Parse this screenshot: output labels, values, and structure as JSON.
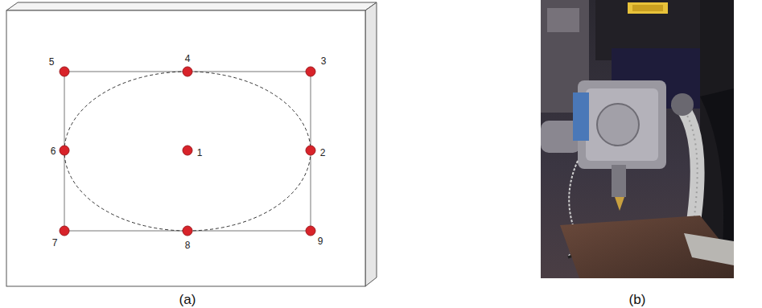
{
  "diagram": {
    "labels": [
      "5",
      "4",
      "3",
      "6",
      "1",
      "2",
      "7",
      "8",
      "9",
      "(a)",
      "(b)"
    ]
  }
}
